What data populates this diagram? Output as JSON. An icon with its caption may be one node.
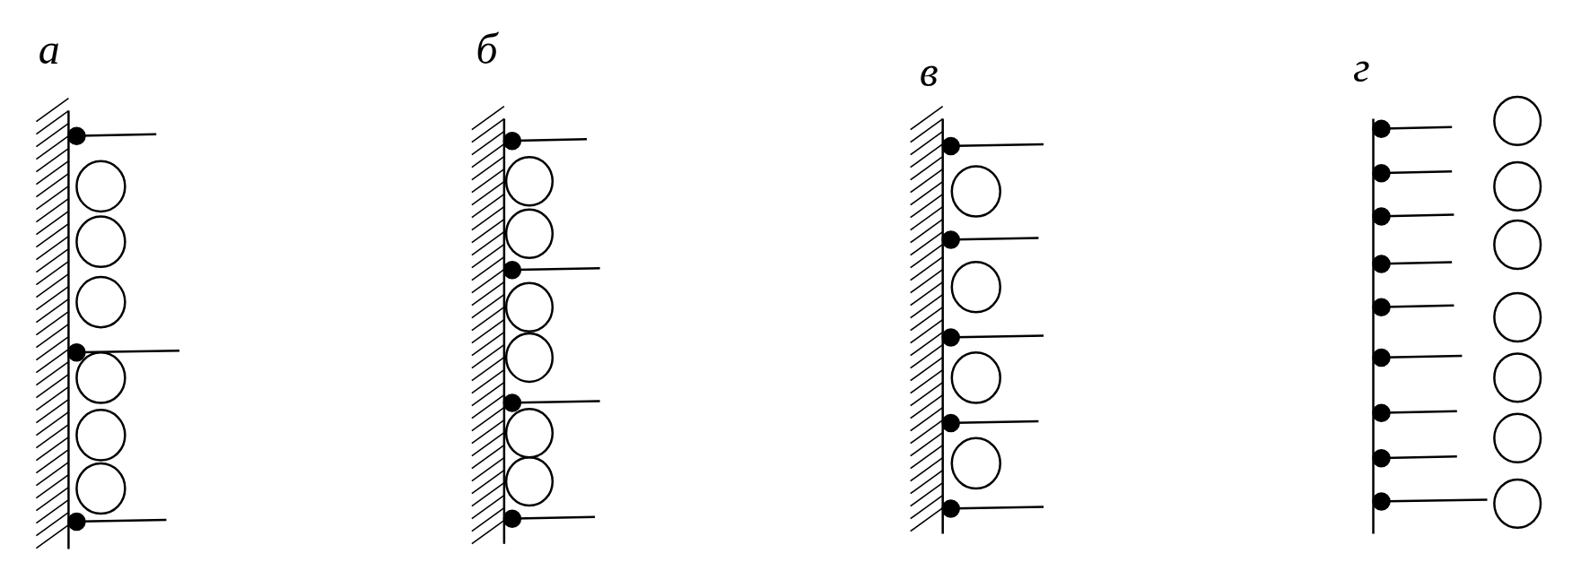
{
  "diagram": {
    "labels": [
      "а",
      "б",
      "в",
      "г"
    ]
  }
}
